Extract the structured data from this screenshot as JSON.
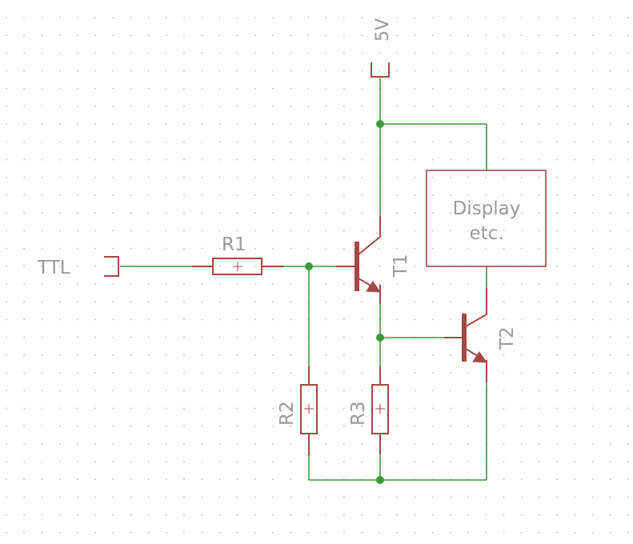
{
  "schematic": {
    "supply": {
      "label": "5V"
    },
    "input": {
      "label": "TTL"
    },
    "resistors": [
      {
        "id": "r1",
        "label": "R1"
      },
      {
        "id": "r2",
        "label": "R2"
      },
      {
        "id": "r3",
        "label": "R3"
      }
    ],
    "transistors": [
      {
        "id": "t1",
        "label": "T1"
      },
      {
        "id": "t2",
        "label": "T2"
      }
    ],
    "load": {
      "line1": "Display",
      "line2": "etc."
    }
  },
  "colors": {
    "wire": "#3a9a3a",
    "component": "#a64646",
    "label": "#9a9a9a",
    "grid": "#bdbdbd",
    "background": "#ffffff"
  }
}
